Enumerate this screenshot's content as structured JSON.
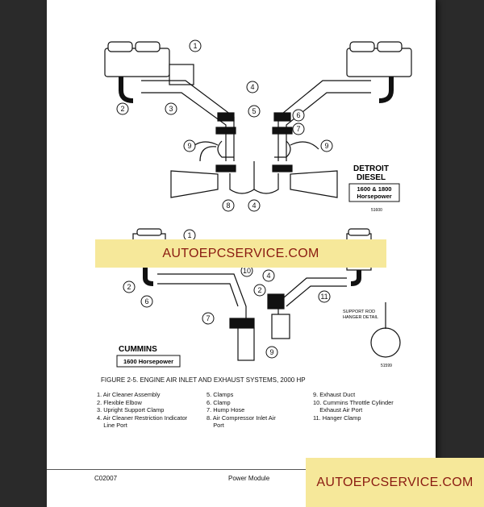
{
  "diagram": {
    "detroit_title": [
      "DETROIT",
      "DIESEL"
    ],
    "detroit_hp": [
      "1600 & 1800",
      "Horsepower"
    ],
    "detroit_code": "51600",
    "cummins_title": "CUMMINS",
    "cummins_hp": "1600 Horsepower",
    "support_detail": [
      "SUPPORT ROD",
      "HANGER DETAIL"
    ],
    "cummins_code": "51599",
    "callouts_top": [
      "1",
      "2",
      "3",
      "4",
      "5",
      "6",
      "7",
      "9",
      "9",
      "8",
      "4"
    ],
    "callouts_bottom": [
      "1",
      "10",
      "2",
      "6",
      "2",
      "4",
      "11",
      "7",
      "9"
    ]
  },
  "figure_title": "FIGURE 2-5. ENGINE AIR INLET AND EXHAUST SYSTEMS, 2000 HP",
  "legend": {
    "col1": [
      "1. Air Cleaner Assembly",
      "2. Flexible Elbow",
      "3. Upright Support Clamp",
      "4. Air Cleaner Restriction Indicator",
      "    Line Port"
    ],
    "col2": [
      "5. Clamps",
      "6. Clamp",
      "7. Hump Hose",
      "8. Air Compressor Inlet Air",
      "    Port"
    ],
    "col3": [
      "9. Exhaust Duct",
      "10. Cummins Throttle Cylinder",
      "    Exhaust Air Port",
      "11. Hanger Clamp"
    ]
  },
  "footer": {
    "code": "C02007",
    "section": "Power Module"
  },
  "watermark_text": "AUTOEPCSERVICE.COM"
}
